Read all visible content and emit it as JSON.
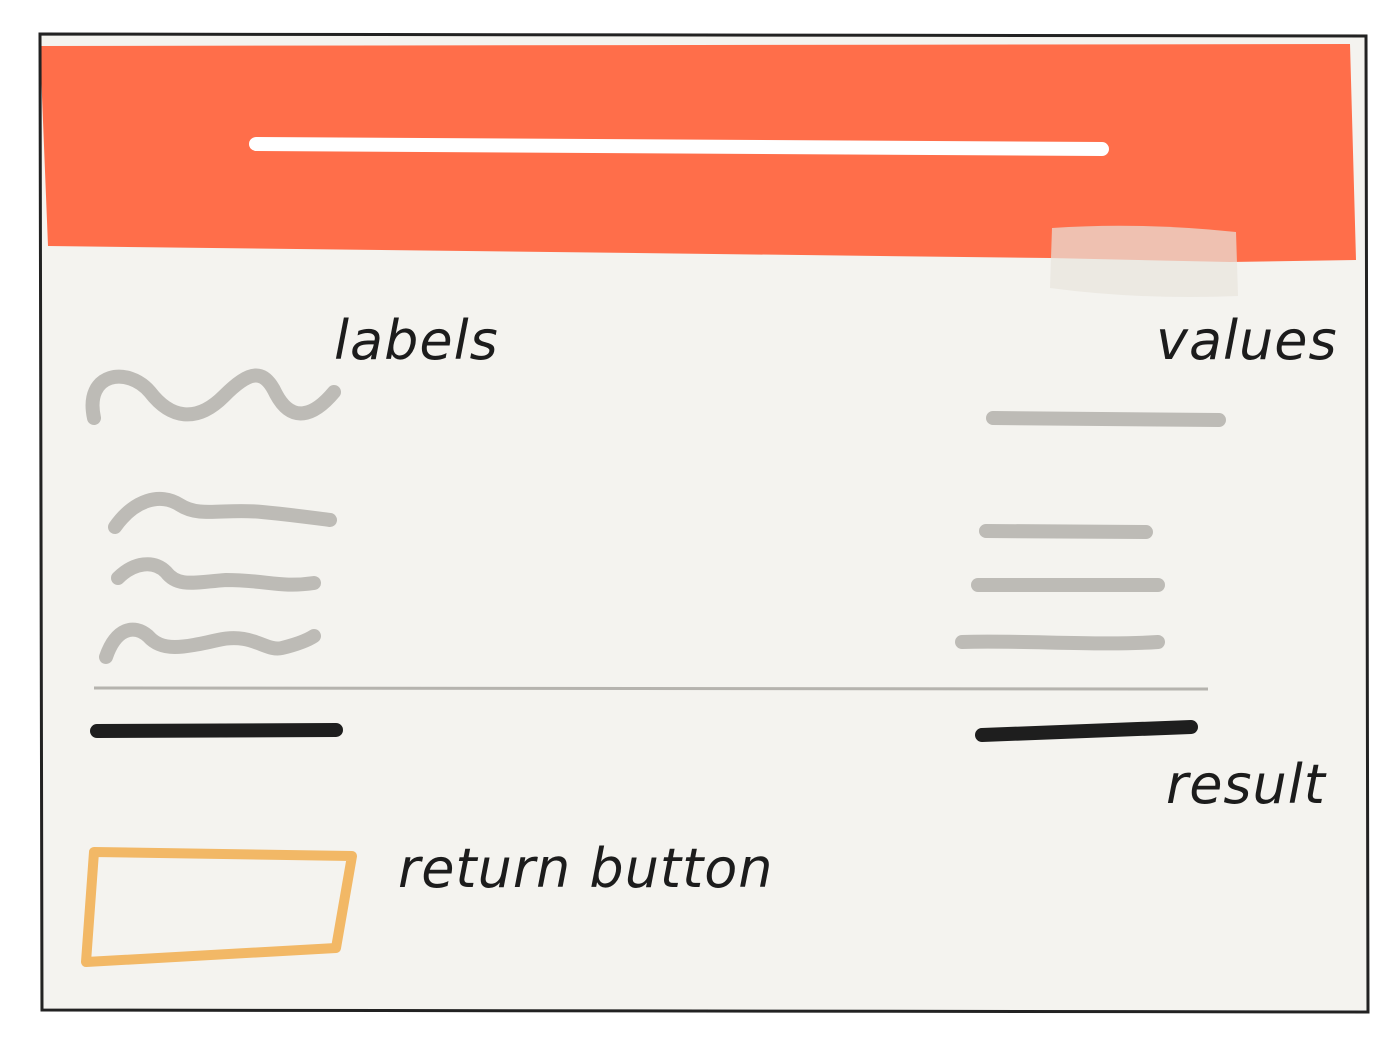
{
  "annotations": {
    "labels": "labels",
    "values": "values",
    "result": "result",
    "return_button": "return button"
  },
  "colors": {
    "header_fill": "#ff6e4a",
    "header_line": "#ffffff",
    "panel_fill": "#f4f3ef",
    "frame_stroke": "#222222",
    "placeholder_stroke": "#bdbbb6",
    "divider_stroke": "#b5b3ae",
    "result_stroke": "#1e1e1e",
    "button_stroke": "#f2b866"
  },
  "icons": {
    "label_lines": "squiggle-placeholder",
    "value_lines": "straight-line-placeholder"
  }
}
